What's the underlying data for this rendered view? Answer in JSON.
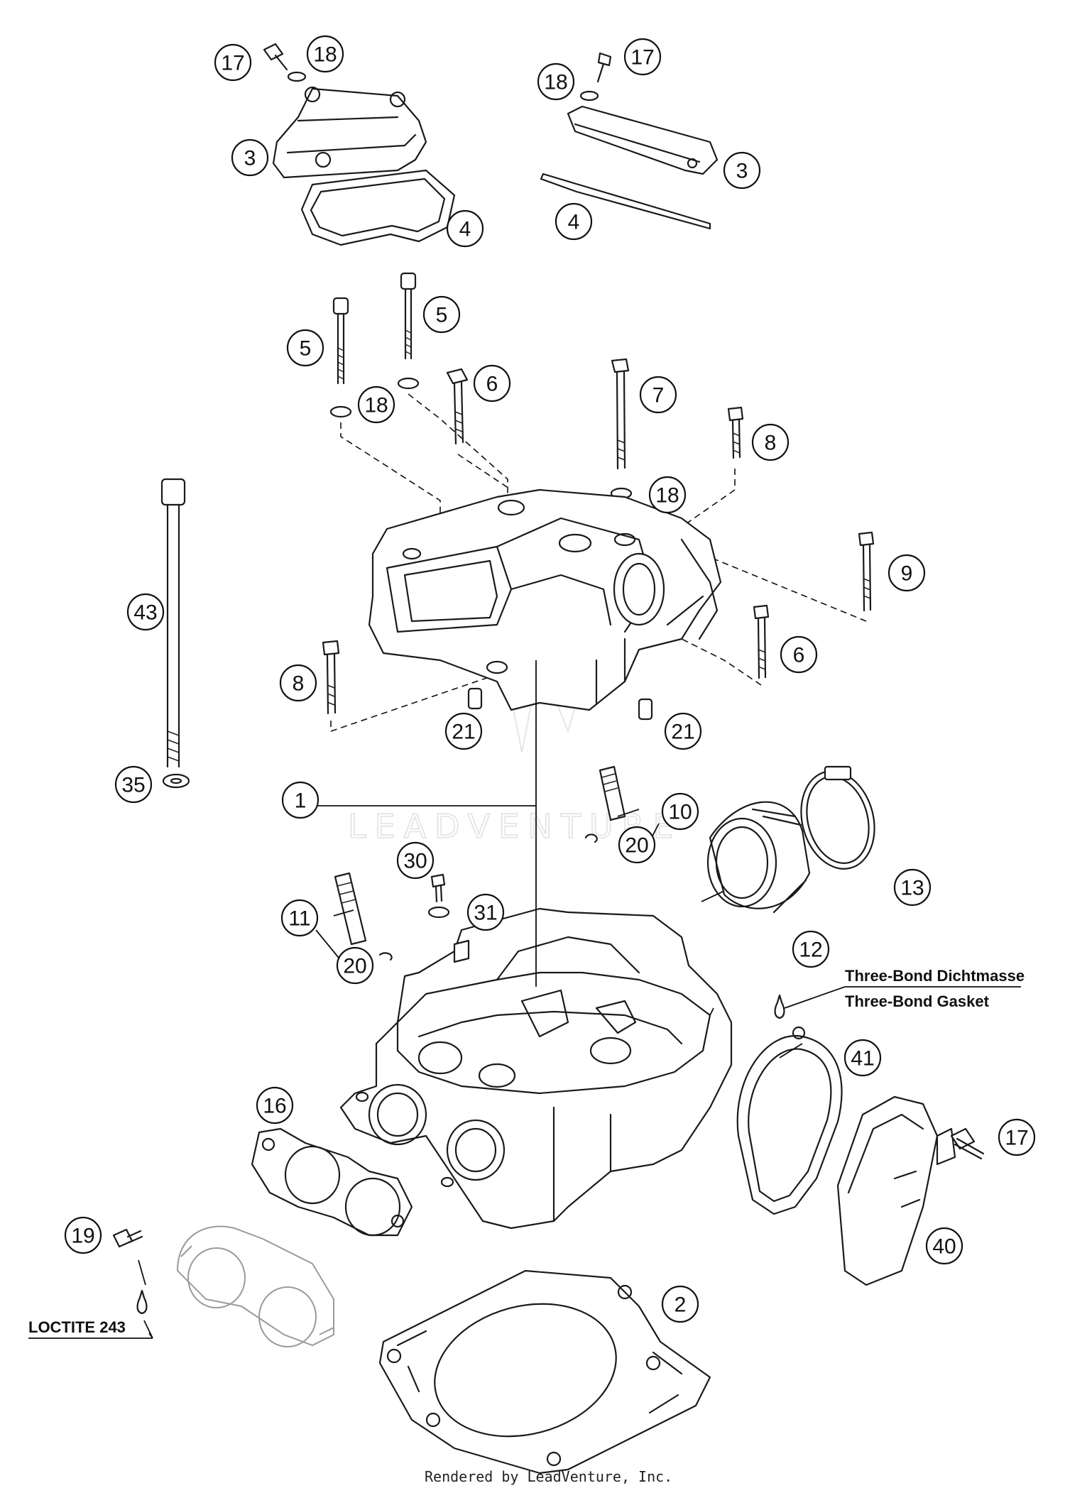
{
  "callouts": [
    {
      "label": "17"
    },
    {
      "label": "18"
    },
    {
      "label": "3"
    },
    {
      "label": "4"
    },
    {
      "label": "17"
    },
    {
      "label": "18"
    },
    {
      "label": "3"
    },
    {
      "label": "4"
    },
    {
      "label": "5"
    },
    {
      "label": "5"
    },
    {
      "label": "18"
    },
    {
      "label": "6"
    },
    {
      "label": "7"
    },
    {
      "label": "8"
    },
    {
      "label": "18"
    },
    {
      "label": "9"
    },
    {
      "label": "43"
    },
    {
      "label": "8"
    },
    {
      "label": "6"
    },
    {
      "label": "21"
    },
    {
      "label": "21"
    },
    {
      "label": "35"
    },
    {
      "label": "1"
    },
    {
      "label": "10"
    },
    {
      "label": "20"
    },
    {
      "label": "13"
    },
    {
      "label": "30"
    },
    {
      "label": "31"
    },
    {
      "label": "11"
    },
    {
      "label": "20"
    },
    {
      "label": "12"
    },
    {
      "label": "41"
    },
    {
      "label": "16"
    },
    {
      "label": "17"
    },
    {
      "label": "19"
    },
    {
      "label": "40"
    },
    {
      "label": "2"
    }
  ],
  "notes": {
    "sealant_de": "Three-Bond Dichtmasse",
    "sealant_en": "Three-Bond Gasket",
    "loctite": "LOCTITE 243"
  },
  "watermark": "LEADVENTURE",
  "footer": "Rendered by LeadVenture, Inc."
}
